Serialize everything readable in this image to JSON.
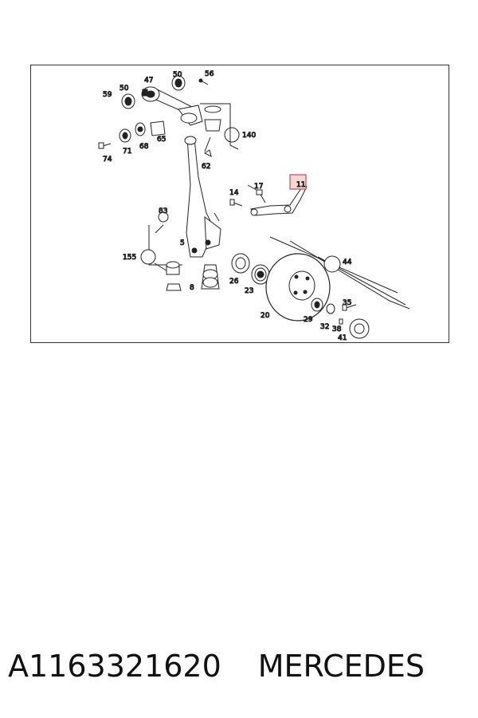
{
  "diagram": {
    "highlight_color": "#c0504d",
    "callouts": [
      "59",
      "50",
      "47",
      "50",
      "56",
      "71",
      "68",
      "65",
      "74",
      "140",
      "62",
      "14",
      "17",
      "11",
      "83",
      "5",
      "155",
      "8",
      "26",
      "23",
      "44",
      "20",
      "35",
      "29",
      "32",
      "38",
      "41"
    ],
    "highlighted_callout": "11"
  },
  "caption": {
    "part_number": "A1163321620",
    "brand": "MERCEDES"
  }
}
